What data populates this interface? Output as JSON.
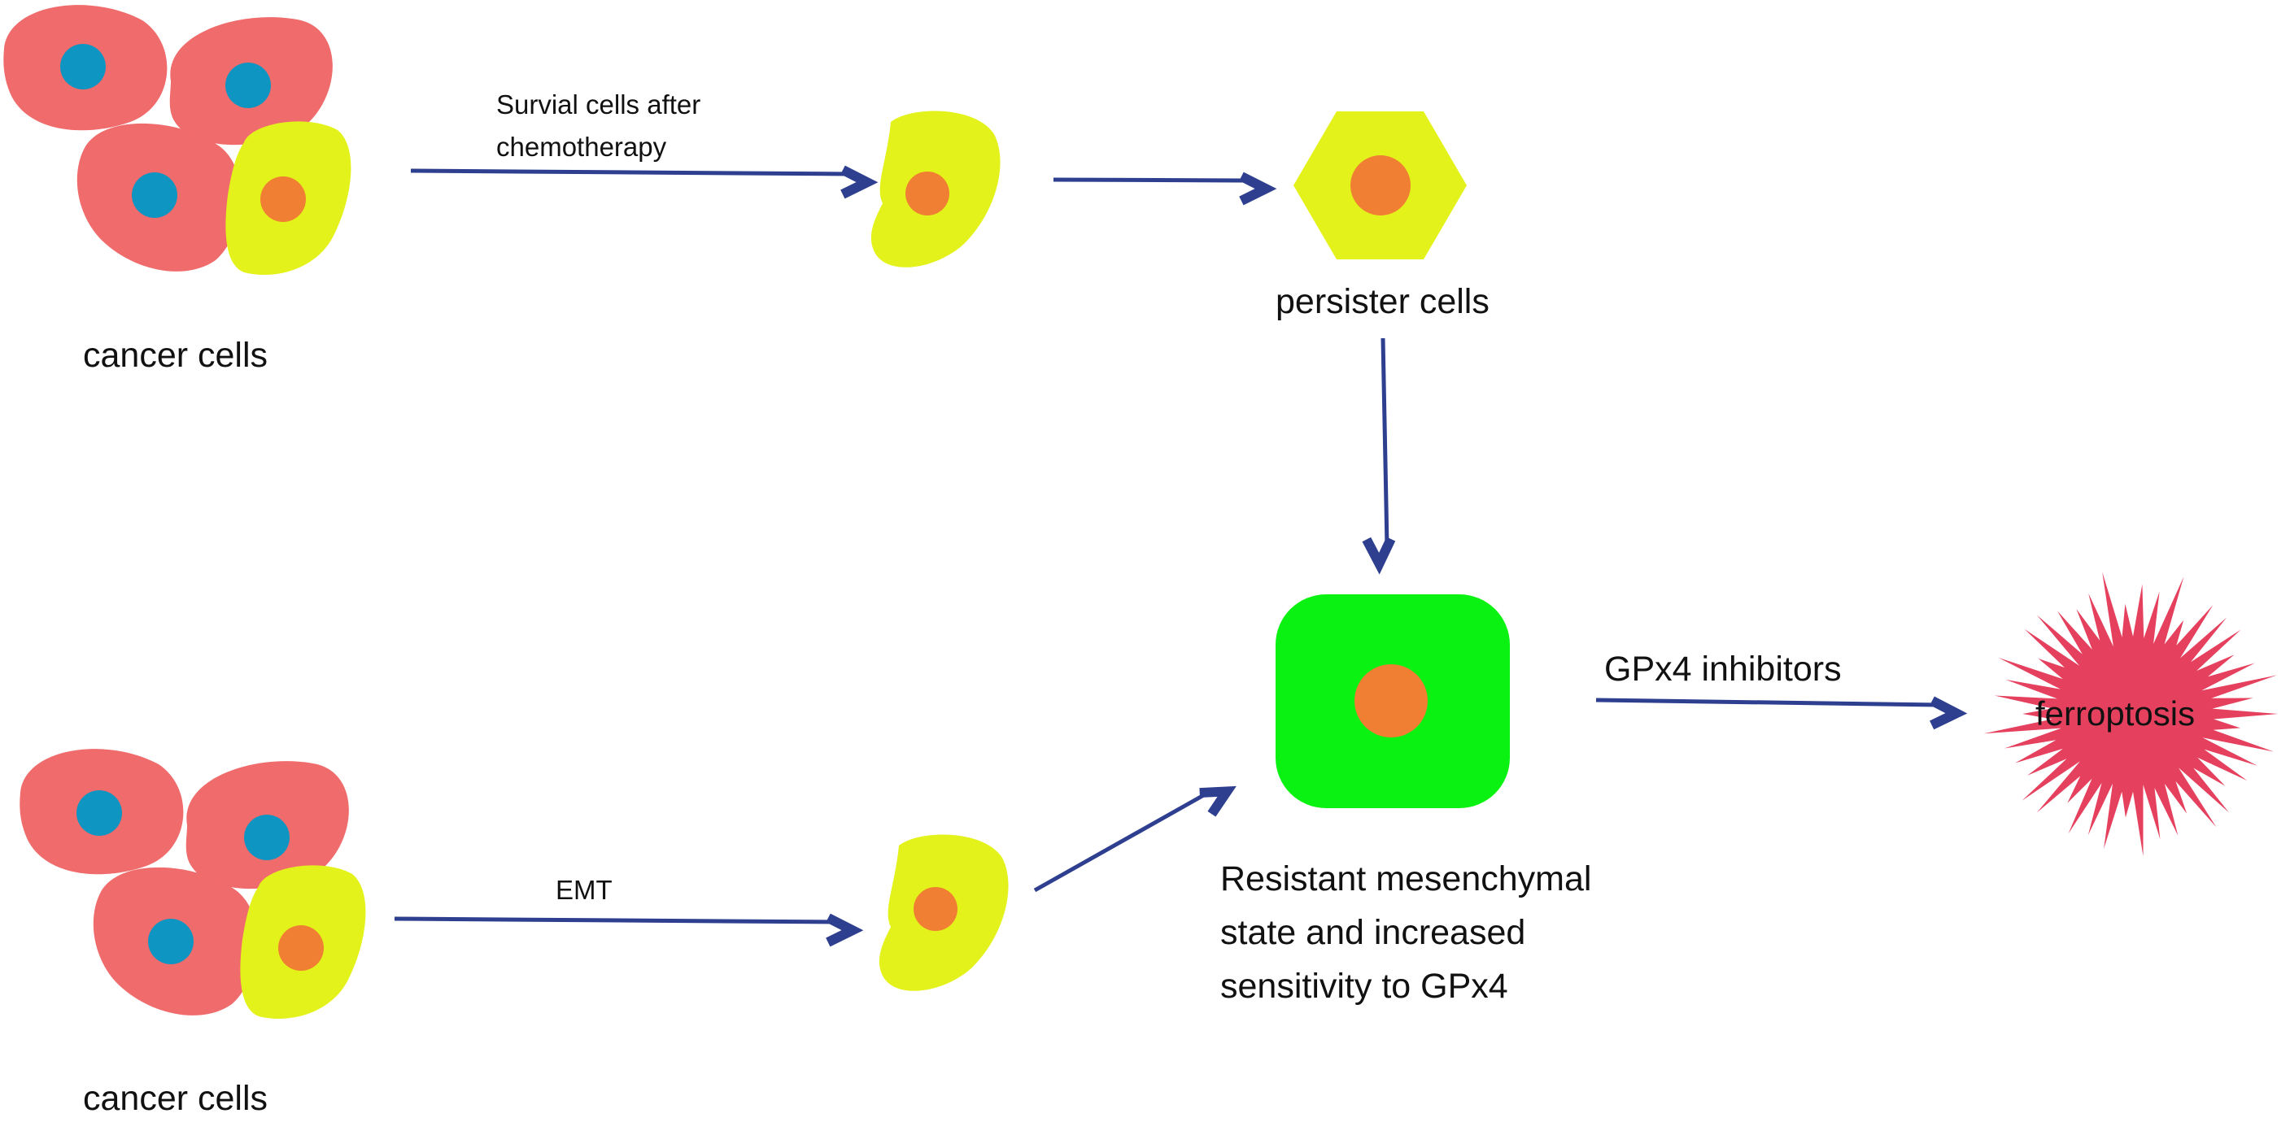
{
  "colors": {
    "cancer_cell": "#F06B6B",
    "cancer_nucleus": "#0E95C2",
    "survivor_cell": "#E3F21A",
    "orange_nucleus": "#F07F33",
    "resistant_cell": "#0AF212",
    "ferroptosis": "#E5415E",
    "arrow": "#2E3F8F"
  },
  "labels": {
    "cancer_cells_top": "cancer cells",
    "cancer_cells_bottom": "cancer cells",
    "survival_line1": "Survial cells after",
    "survival_line2": "chemotherapy",
    "persister": "persister cells",
    "emt": "EMT",
    "resistant_line1": "Resistant mesenchymal",
    "resistant_line2": "state and increased",
    "resistant_line3": "sensitivity to GPx4",
    "gpx4_inhibitors": "GPx4 inhibitors",
    "ferroptosis": "ferroptosis"
  },
  "icons": [
    "cancer-cell-cluster",
    "survivor-cell",
    "persister-cell-hexagon",
    "resistant-cell-square",
    "ferroptosis-burst"
  ]
}
